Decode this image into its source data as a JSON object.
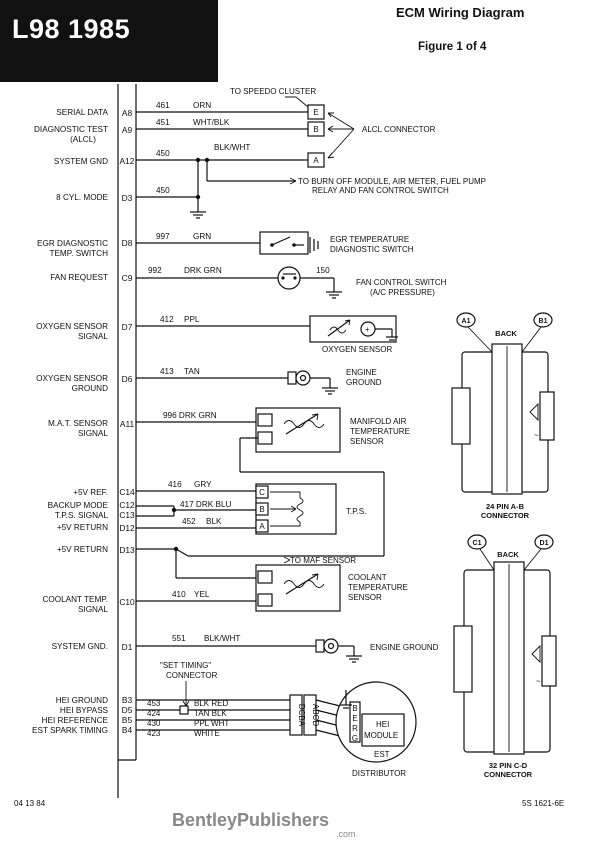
{
  "header": {
    "title": "L98 1985",
    "diagram_title": "ECM Wiring Diagram",
    "figure": "Figure 1 of 4"
  },
  "ecm": {
    "serial_data": "SERIAL DATA",
    "pin_a8": "A8",
    "diag_test_1": "DIAGNOSTIC TEST",
    "diag_test_2": "(ALCL)",
    "pin_a9": "A9",
    "system_gnd": "SYSTEM GND",
    "pin_a12": "A12",
    "cyl_mode": "8 CYL. MODE",
    "pin_d3": "D3",
    "egr_diag_1": "EGR DIAGNOSTIC",
    "egr_diag_2": "TEMP. SWITCH",
    "pin_d8": "D8",
    "fan_request": "FAN REQUEST",
    "pin_c9": "C9",
    "o2_signal_1": "OXYGEN SENSOR",
    "o2_signal_2": "SIGNAL",
    "pin_d7": "D7",
    "o2_ground_1": "OXYGEN SENSOR",
    "o2_ground_2": "GROUND",
    "pin_d6": "D6",
    "mat_1": "M.A.T. SENSOR",
    "mat_2": "SIGNAL",
    "pin_a11": "A11",
    "ref5v": "+5V REF.",
    "pin_c14": "C14",
    "backup_mode": "BACKUP MODE",
    "pin_c12": "C12",
    "tps_signal": "T.P.S. SIGNAL",
    "pin_c13": "C13",
    "ret5v_1": "+5V RETURN",
    "pin_d12": "D12",
    "ret5v_2": "+5V RETURN",
    "pin_d13": "D13",
    "coolant_1": "COOLANT TEMP.",
    "coolant_2": "SIGNAL",
    "pin_c10": "C10",
    "system_gnd2": "SYSTEM GND.",
    "pin_d1": "D1",
    "hei_ground": "HEI GROUND",
    "pin_b3": "B3",
    "hei_bypass": "HEI BYPASS",
    "pin_d5": "D5",
    "hei_ref": "HEI REFERENCE",
    "pin_b5": "B5",
    "est_timing": "EST SPARK TIMING",
    "pin_b4": "B4"
  },
  "wires": {
    "w461": "461",
    "orn": "ORN",
    "w451": "451",
    "wht_blk": "WHT/BLK",
    "w450a": "450",
    "blk_wht": "BLK/WHT",
    "w450b": "450",
    "w997": "997",
    "grn": "GRN",
    "w992": "992",
    "drk_grn": "DRK GRN",
    "w150": "150",
    "w412": "412",
    "ppl": "PPL",
    "w413": "413",
    "tan": "TAN",
    "w996": "996 DRK GRN",
    "w416": "416",
    "gry": "GRY",
    "w417": "417 DRK BLU",
    "w452": "452",
    "blk": "BLK",
    "w410": "410",
    "yel": "YEL",
    "w551": "551",
    "blk_wht2": "BLK/WHT",
    "w453": "453",
    "w424": "424",
    "w430": "430",
    "w423": "423",
    "blk_red": "BLK RED",
    "tan_blk": "TAN BLK",
    "ppl_wht": "PPL WHT",
    "white": "WHITE"
  },
  "components": {
    "speedo": "TO SPEEDO CLUSTER",
    "alcl": "ALCL CONNECTOR",
    "pin_e": "E",
    "pin_b": "B",
    "pin_a": "A",
    "burnoff_1": "TO BURN OFF MODULE, AIR METER, FUEL PUMP",
    "burnoff_2": "RELAY AND FAN CONTROL SWITCH",
    "egr_temp_1": "EGR TEMPERATURE",
    "egr_temp_2": "DIAGNOSTIC SWITCH",
    "fan_switch_1": "FAN CONTROL SWITCH",
    "fan_switch_2": "(A/C PRESSURE)",
    "o2_sensor": "OXYGEN SENSOR",
    "engine_ground_1": "ENGINE",
    "engine_ground_2": "GROUND",
    "mat_1": "MANIFOLD AIR",
    "mat_2": "TEMPERATURE",
    "mat_3": "SENSOR",
    "tps_c": "C",
    "tps_b": "B",
    "tps_a": "A",
    "tps": "T.P.S.",
    "maf": "TO MAF SENSOR",
    "coolant_1": "COOLANT",
    "coolant_2": "TEMPERATURE",
    "coolant_3": "SENSOR",
    "engine_ground_3": "ENGINE GROUND",
    "set_timing_1": "\"SET TIMING\"",
    "set_timing_2": "CONNECTOR",
    "dcba": "DCBA",
    "abcd": "ABCD",
    "hei_b": "B",
    "hei_e": "E",
    "hei_r": "R",
    "hei_g": "G",
    "hei_module_1": "HEI",
    "hei_module_2": "MODULE",
    "est": "EST",
    "distributor": "DISTRIBUTOR"
  },
  "connectors": {
    "a1": "A1",
    "b1": "B1",
    "back1": "BACK",
    "ab_1": "24 PIN A-B",
    "ab_2": "CONNECTOR",
    "c1": "C1",
    "d1": "D1",
    "back2": "BACK",
    "cd_1": "32 PIN C-D",
    "cd_2": "CONNECTOR"
  },
  "footer": {
    "date": "04 13 84",
    "code": "5S  1621-6E",
    "brand": "BentleyPublishers",
    "dotcom": ".com"
  }
}
